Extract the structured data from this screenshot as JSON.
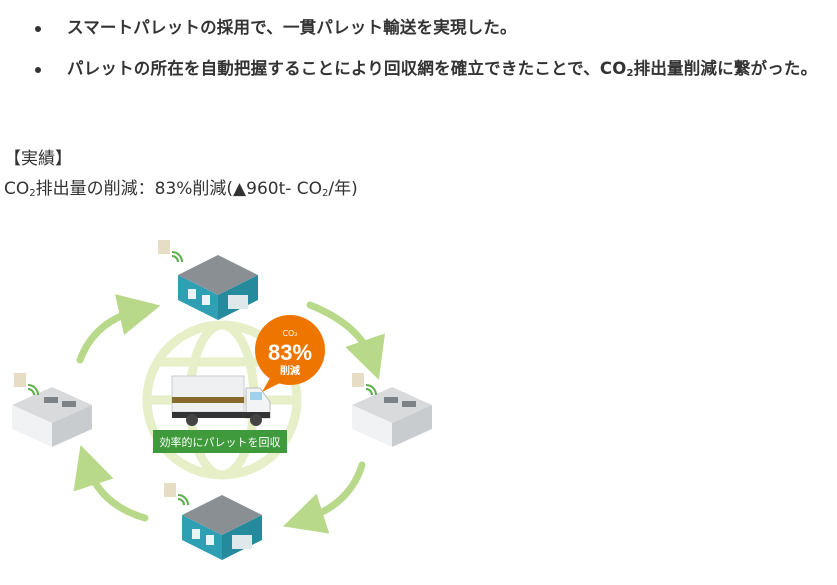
{
  "bullets": [
    {
      "text": "スマートパレットの採用で、一貫パレット輸送を実現した。"
    },
    {
      "text_before": "パレットの所在を自動把握することにより回収網を確立できたことで、CO",
      "sub": "2",
      "text_after": "排出量削減に繋がった。"
    }
  ],
  "results": {
    "heading": "【実績】",
    "line_prefix": "CO",
    "line_sub": "2",
    "line_middle": "排出量の削減：83%削減(▲960t- CO",
    "line_sub2": "2",
    "line_suffix": "/年)"
  },
  "diagram": {
    "badge": {
      "top": "CO₂",
      "value": "83%",
      "label": "削減"
    },
    "caption": "効率的にパレットを回収",
    "colors": {
      "arrow": "#b9d98a",
      "globe": "#e6efc8",
      "badge": "#ee7600",
      "caption_bg": "#3e9a3a",
      "warehouse_teal": "#2f9fb3"
    }
  }
}
